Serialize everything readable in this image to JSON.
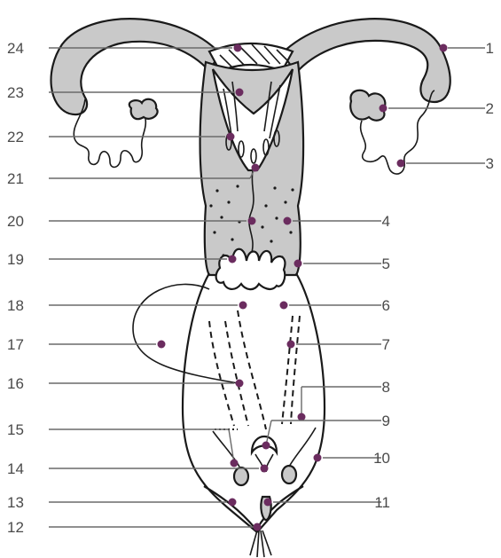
{
  "diagram": {
    "colors": {
      "tissue_fill": "#c9c9c9",
      "outline": "#1a1a1a",
      "leader_dot": "#6b2c5f",
      "label_text": "#4a4a4a"
    },
    "labels": [
      "1",
      "2",
      "3",
      "4",
      "5",
      "6",
      "7",
      "8",
      "9",
      "10",
      "11",
      "12",
      "13",
      "14",
      "15",
      "16",
      "17",
      "18",
      "19",
      "20",
      "21",
      "22",
      "23",
      "24"
    ]
  }
}
